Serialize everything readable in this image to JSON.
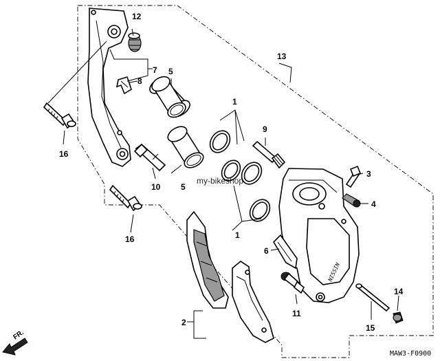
{
  "diagram": {
    "callouts": {
      "n1a": "1",
      "n1b": "1",
      "n2": "2",
      "n3": "3",
      "n4": "4",
      "n5a": "5",
      "n5b": "5",
      "n6": "6",
      "n7": "7",
      "n8": "8",
      "n9": "9",
      "n10": "10",
      "n11": "11",
      "n12": "12",
      "n13": "13",
      "n14": "14",
      "n15": "15",
      "n16a": "16",
      "n16b": "16"
    },
    "caliper_brand": "NISSIN",
    "watermark": "my-bikeshop",
    "direction_label": "FR.",
    "drawing_ref": "MAW3-F0900"
  }
}
